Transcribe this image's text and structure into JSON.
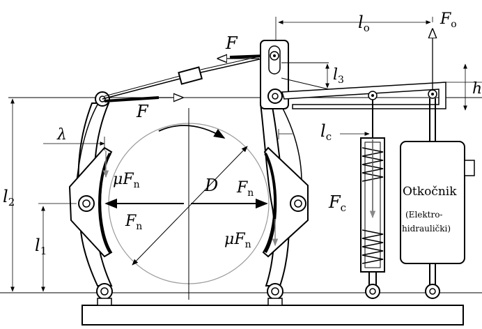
{
  "labels": {
    "F": "F",
    "n": "n",
    "o": "o",
    "c": "c",
    "l": "l",
    "one": "1",
    "two": "2",
    "three": "3",
    "lambda": "λ",
    "mu": "μ",
    "D": "D",
    "h": "h",
    "otkocnik": "Otkočnik",
    "elektro": "(Elektro-",
    "hidraulicki": "hidraulički)"
  }
}
